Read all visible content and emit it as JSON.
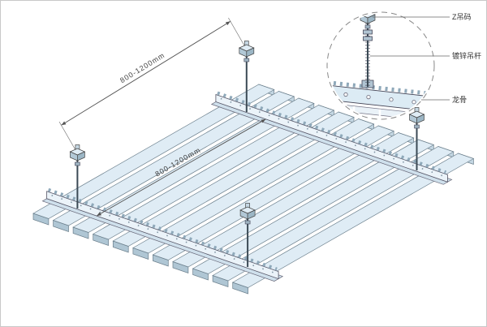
{
  "drawing": {
    "type": "suspended-linear-strip-ceiling-isometric",
    "dims": [
      {
        "text": "800-1200mm"
      },
      {
        "text": "800-1200mm"
      }
    ],
    "callouts": [
      {
        "id": "z-hanger-clip",
        "text": "Z吊码"
      },
      {
        "id": "galvanized-hanger-rod",
        "text": "镀锌吊杆"
      },
      {
        "id": "carrier-keel",
        "text": "龙骨"
      }
    ],
    "colors": {
      "panel_top": "#dfecf5",
      "panel_edge_dark": "#afc6d4",
      "rail_web": "#ebf3f9",
      "rail_base": "#cfe0ec",
      "line_dark": "#444444",
      "background": "#ffffff",
      "callout_circle": "#888888"
    }
  }
}
